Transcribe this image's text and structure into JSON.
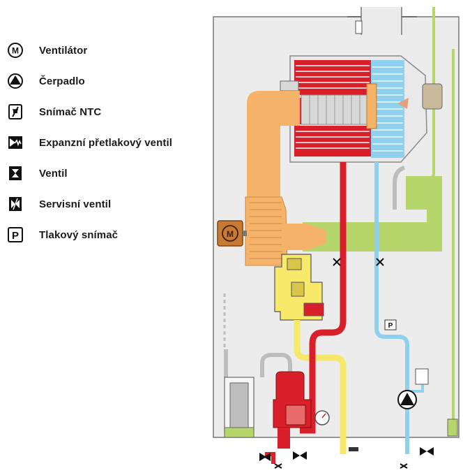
{
  "legend": {
    "items": [
      {
        "icon": "fan-motor-icon",
        "label": "Ventilátor"
      },
      {
        "icon": "pump-icon",
        "label": "Čerpadlo"
      },
      {
        "icon": "ntc-sensor-icon",
        "label": "Snímač NTC"
      },
      {
        "icon": "expansion-relief-valve-icon",
        "label": "Expanzní přetlakový ventil"
      },
      {
        "icon": "valve-icon",
        "label": "Ventil"
      },
      {
        "icon": "service-valve-icon",
        "label": "Servisní ventil"
      },
      {
        "icon": "pressure-sensor-icon",
        "label": "Tlakový snímač"
      }
    ]
  },
  "diagram": {
    "fan_letter": "M",
    "pressure_letter": "P",
    "colors": {
      "hot_water": "#d91f2a",
      "cold_water": "#8fd0ee",
      "gas": "#f5e86a",
      "exhaust": "#b6d56a",
      "air_intake": "#f5b36a",
      "condensate": "#bdbdbd",
      "casing": "#ececec"
    }
  }
}
